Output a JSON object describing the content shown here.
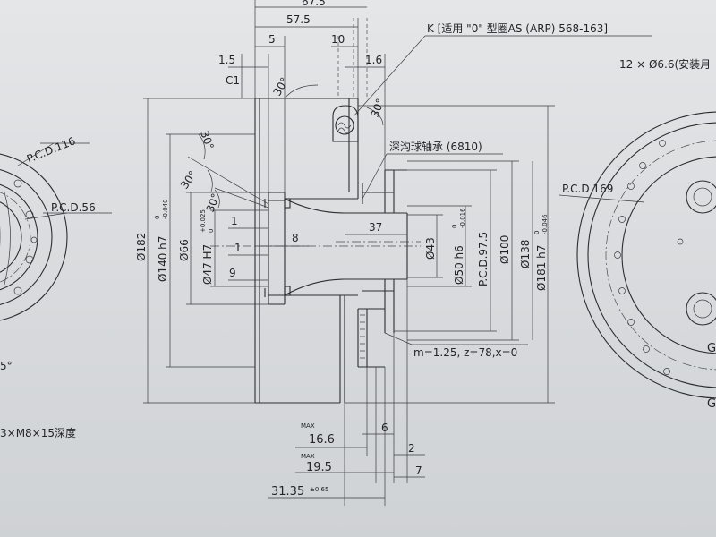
{
  "labels": {
    "top_partial": "67.5",
    "d57_5": "57.5",
    "d5": "5",
    "d10": "10",
    "d1_5": "1.5",
    "d1_6": "1.6",
    "c1": "C1",
    "ang30_a": "30°",
    "ang30_b": "30°",
    "ang30_c": "30°",
    "ang30_d": "30°",
    "ang30_e": "30°",
    "oring": "K [适用 \"0\" 型圈AS (ARP) 568-163]",
    "bearing": "深沟球轴承 (6810)",
    "d_182": "Ø182",
    "d_140": "Ø140 h7",
    "tol_140_up": "0",
    "tol_140_lo": "-0.040",
    "d_66": "Ø66",
    "d_47": "Ø47 H7",
    "tol_47_up": "+0.025",
    "tol_47_lo": "0",
    "d1_a": "1",
    "d1_b": "1",
    "d9": "9",
    "d8": "8",
    "d37": "37",
    "d_43": "Ø43",
    "d_50": "Ø50 h6",
    "tol_50_up": "0",
    "tol_50_lo": "-0.016",
    "pcd97": "P.C.D.97.5",
    "d_100": "Ø100",
    "d_138": "Ø138",
    "d_181": "Ø181 h7",
    "tol_181_up": "0",
    "tol_181_lo": "-0.046",
    "gear": "m=1.25, z=78,x=0",
    "max1": "MAX",
    "d16_6": "16.6",
    "max2": "MAX",
    "d19_5": "19.5",
    "d31_35": "31.35",
    "tol_31": "±0.65",
    "d6": "6",
    "d2": "2",
    "d7": "7",
    "pcd116": "P.C.D.116",
    "pcd56": "P.C.D.56",
    "left_bottom": "3×M8×15深度",
    "left_ang": "5°",
    "holes12": "12 × Ø6.6(安装月",
    "pcd169": "P.C.D 169",
    "right_g1": "G",
    "right_g2": "G"
  }
}
